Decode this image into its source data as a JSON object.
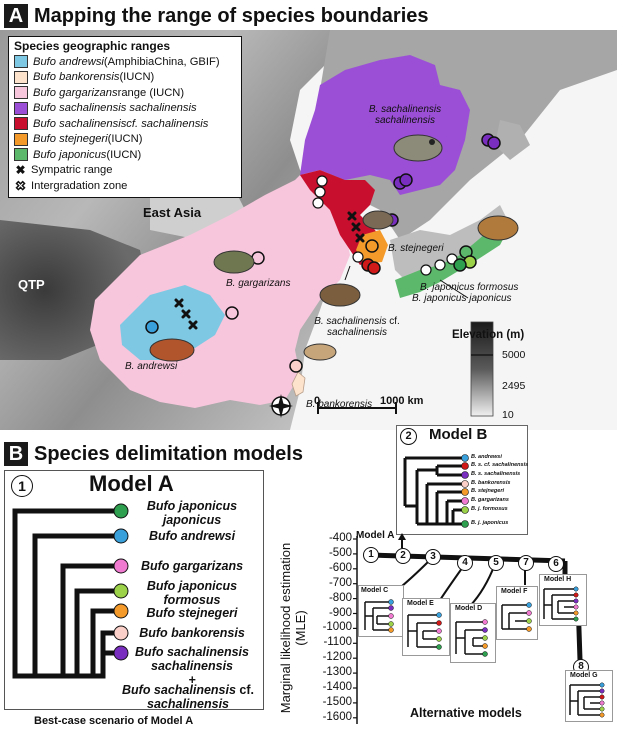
{
  "panel_a": {
    "badge": "A",
    "title": "Mapping the range of species boundaries",
    "legend": {
      "title": "Species geographic ranges",
      "items": [
        {
          "species": "Bufo andrewsi",
          "source": " (AmphibiaChina, GBIF)",
          "color": "#7ec8e3"
        },
        {
          "species": "Bufo bankorensis",
          "source": " (IUCN)",
          "color": "#fde3cc"
        },
        {
          "species": "Bufo gargarizans",
          "source": " range (IUCN)",
          "color": "#f7c6dc"
        },
        {
          "species": "Bufo sachalinensis sachalinensis",
          "source": "",
          "color": "#9b4fd6"
        },
        {
          "species": "Bufo sachalinensis",
          "source": " cf. sachalinensis",
          "color": "#c8102e"
        },
        {
          "species": "Bufo stejnegeri",
          "source": " (IUCN)",
          "color": "#f39a2b"
        },
        {
          "species": "Bufo japonicus",
          "source": " (IUCN)",
          "color": "#5cb96b"
        }
      ],
      "sympatric": "Sympatric range",
      "intergradation": "Intergradation zone"
    },
    "map_labels": {
      "east_asia": "East Asia",
      "qtp": "QTP",
      "sach_line1": "B. sachalinensis",
      "sach_line2": "sachalinensis",
      "stejnegeri": "B. stejnegeri",
      "gargarizans": "B. gargarizans",
      "cf_line1": "B. sachalinensis",
      "cf_line1b": " cf.",
      "cf_line2": "sachalinensis",
      "jap_formosus": "B. japonicus formosus",
      "jap_japonicus": "B. japonicus japonicus",
      "andrewsi": "B. andrewsi",
      "bankorensis": "B. bankorensis"
    },
    "scale_bar": {
      "start": "0",
      "end": "1000 km"
    },
    "elevation": {
      "title": "Elevation (m)",
      "max": "5000",
      "mid": "2495",
      "min": "10"
    }
  },
  "panel_b": {
    "badge": "B",
    "title": "Species delimitation models",
    "model_a": {
      "number": "1",
      "title": "Model A",
      "tips": [
        {
          "l1": "Bufo japonicus",
          "l2": "japonicus",
          "color": "#2e9e4f"
        },
        {
          "l1": "Bufo andrewsi",
          "l2": "",
          "color": "#3aa0dc"
        },
        {
          "l1": "Bufo gargarizans",
          "l2": "",
          "color": "#f07ad0"
        },
        {
          "l1": "Bufo japonicus",
          "l2": "formosus",
          "color": "#9bd24a"
        },
        {
          "l1": "Bufo stejnegeri",
          "l2": "",
          "color": "#f39a2b"
        },
        {
          "l1": "Bufo bankorensis",
          "l2": "",
          "color": "#fbd0c8"
        },
        {
          "l1": "Bufo sachalinensis",
          "l2": "sachalinensis",
          "color": "#7a2ec0"
        }
      ],
      "plus": "+",
      "extra_l1": "Bufo sachalinensis",
      "extra_l1b": " cf.",
      "extra_l2": "sachalinensis",
      "caption": "Best-case scenario of Model A"
    },
    "model_b": {
      "number": "2",
      "title": "Model B",
      "tips": [
        {
          "label": "B. andrewsi",
          "color": "#3aa0dc"
        },
        {
          "label": "B. s. cf. sachalinensis",
          "color": "#d01919"
        },
        {
          "label": "B. s. sachalinensis",
          "color": "#7a2ec0"
        },
        {
          "label": "B. bankorensis",
          "color": "#fbd0c8"
        },
        {
          "label": "B. stejnegeri",
          "color": "#f39a2b"
        },
        {
          "label": "B. gargarizans",
          "color": "#f07ad0"
        },
        {
          "label": "B. j. formosus",
          "color": "#9bd24a"
        },
        {
          "label": "B. j. japonicus",
          "color": "#2e9e4f"
        }
      ]
    },
    "chart": {
      "ylabel_line1": "Marginal likelihood estimation",
      "ylabel_line2": "(MLE)",
      "xlabel": "Alternative models",
      "yticks": [
        "-400",
        "-500",
        "-600",
        "-700",
        "-800",
        "-900",
        "-1000",
        "-1100",
        "-1200",
        "-1300",
        "-1400",
        "-1500",
        "-1600"
      ],
      "points": [
        {
          "n": "1",
          "y": -497
        },
        {
          "n": "2",
          "y": -497
        },
        {
          "n": "3",
          "y": -500
        },
        {
          "n": "4",
          "y": -508
        },
        {
          "n": "5",
          "y": -510
        },
        {
          "n": "7",
          "y": -510
        },
        {
          "n": "6",
          "y": -512
        },
        {
          "n": "8",
          "y": -1330
        }
      ],
      "model_labels": {
        "a": "Model A",
        "c": "Model C",
        "e": "Model E",
        "d": "Model D",
        "f": "Model F",
        "h": "Model H",
        "g": "Model G"
      }
    }
  }
}
